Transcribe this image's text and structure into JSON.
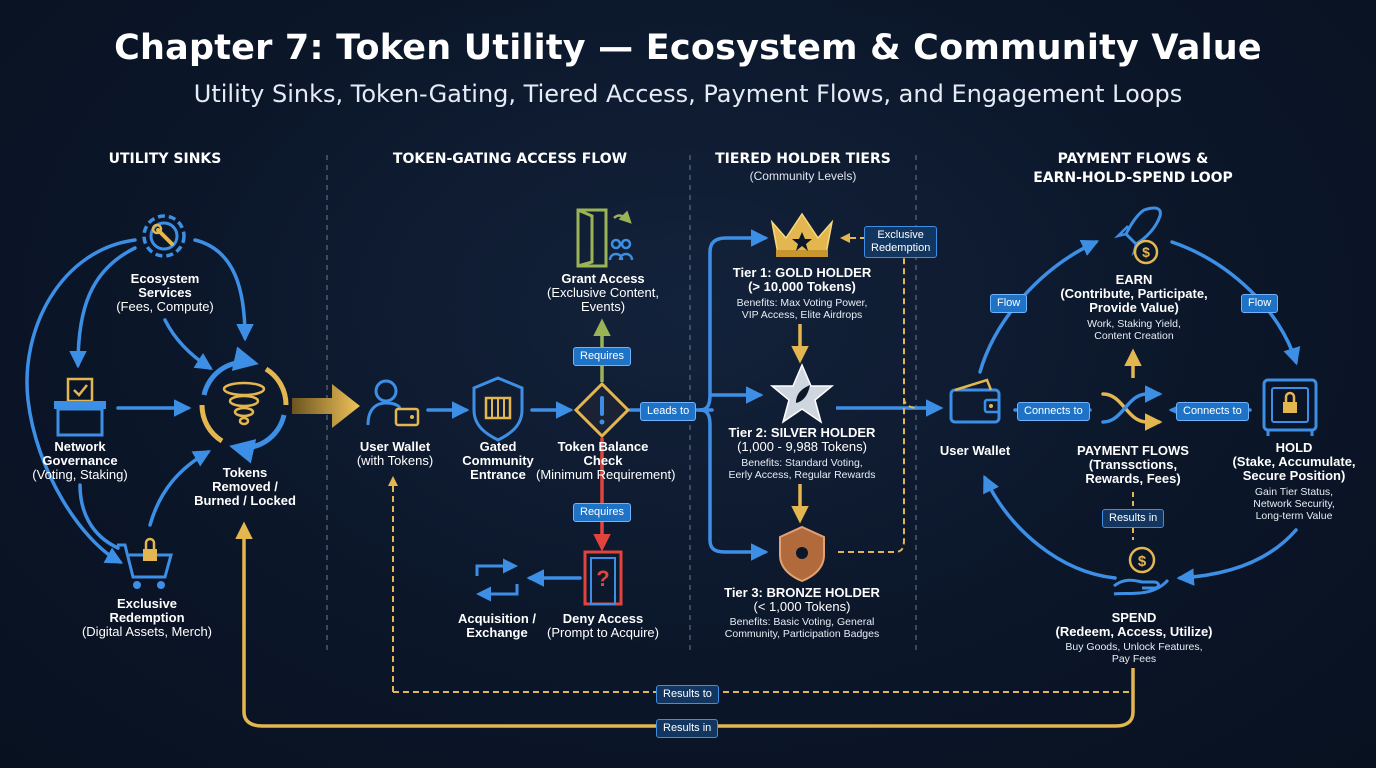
{
  "title": "Chapter 7: Token Utility — Ecosystem & Community Value",
  "subtitle": "Utility Sinks, Token-Gating, Tiered Access, Payment Flows, and Engagement Loops",
  "sections": {
    "sinks": "UTILITY SINKS",
    "gating": "TOKEN-GATING ACCESS FLOW",
    "tiers": "TIERED HOLDER TIERS",
    "tiers_sub": "(Community Levels)",
    "payments_1": "PAYMENT FLOWS &",
    "payments_2": "EARN-HOLD-SPEND LOOP"
  },
  "sinks": {
    "services_1": "Ecosystem",
    "services_2": "Services",
    "services_3": "(Fees, Compute)",
    "governance_1": "Network",
    "governance_2": "Governance",
    "governance_3": "(Voting, Staking)",
    "redemption_1": "Exclusive",
    "redemption_2": "Redemption",
    "redemption_3": "(Digital Assets, Merch)",
    "tokens_1": "Tokens",
    "tokens_2": "Removed /",
    "tokens_3": "Burned / Locked"
  },
  "gating": {
    "wallet_1": "User Wallet",
    "wallet_2": "(with Tokens)",
    "gated_1": "Gated",
    "gated_2": "Community",
    "gated_3": "Entrance",
    "check_1": "Token Balance",
    "check_2": "Check",
    "check_3": "(Minimum Requirement)",
    "grant_1": "Grant Access",
    "grant_2": "(Exclusive Content,",
    "grant_3": "Events)",
    "deny_1": "Deny Access",
    "deny_2": "(Prompt to Acquire)",
    "acq_1": "Acquisition /",
    "acq_2": "Exchange",
    "requires_up": "Requires",
    "requires_down": "Requires",
    "leads_to": "Leads to"
  },
  "tiers": {
    "gold_1": "Tier 1: GOLD HOLDER",
    "gold_2": "(> 10,000 Tokens)",
    "gold_3": "Benefits: Max Voting Power,",
    "gold_4": "VIP Access, Elite Airdrops",
    "silver_1": "Tier 2: SILVER HOLDER",
    "silver_2": "(1,000 - 9,988 Tokens)",
    "silver_3": "Benefits: Standard Voting,",
    "silver_4": "Eerly Access, Regular Rewards",
    "bronze_1": "Tier 3: BRONZE HOLDER",
    "bronze_2": "(< 1,000 Tokens)",
    "bronze_3": "Benefits: Basic Voting, General",
    "bronze_4": "Community, Participation Badges",
    "excl_1": "Exclusive",
    "excl_2": "Redemption"
  },
  "payments": {
    "earn_1": "EARN",
    "earn_2": "(Contribute, Participate,",
    "earn_3": "Provide Value)",
    "earn_4": "Work, Staking Yield,",
    "earn_5": "Content Creation",
    "wallet": "User Wallet",
    "pf_1": "PAYMENT FLOWS",
    "pf_2": "(Transsctions,",
    "pf_3": "Rewards, Fees)",
    "hold_1": "HOLD",
    "hold_2": "(Stake, Accumulate,",
    "hold_3": "Secure Position)",
    "hold_4": "Gain Tier Status,",
    "hold_5": "Network Security,",
    "hold_6": "Long-term Value",
    "spend_1": "SPEND",
    "spend_2": "(Redeem, Access, Utilize)",
    "spend_3": "Buy Goods, Unlock Features,",
    "spend_4": "Pay Fees",
    "flow_left": "Flow",
    "flow_right": "Flow",
    "connects_left": "Connects to",
    "connects_right": "Connects to",
    "results_in_mid": "Results in"
  },
  "bottom": {
    "results_to": "Results to",
    "results_in": "Results in"
  },
  "colors": {
    "blue": "#3d8fe6",
    "gold": "#e4b650",
    "red": "#e0443c",
    "green": "#9ab357",
    "background": "#0b1629"
  },
  "icons": [
    "gear-wrench-icon",
    "ballot-box-icon",
    "cart-lock-icon",
    "vortex-icon",
    "user-wallet-icon",
    "shield-gate-icon",
    "warning-diamond-icon",
    "door-open-icon",
    "door-denied-icon",
    "exchange-arrows-icon",
    "crown-icon",
    "star-icon",
    "bronze-shield-icon",
    "rocket-coin-icon",
    "wallet-icon",
    "shuffle-icon",
    "safe-icon",
    "hand-coin-icon"
  ]
}
